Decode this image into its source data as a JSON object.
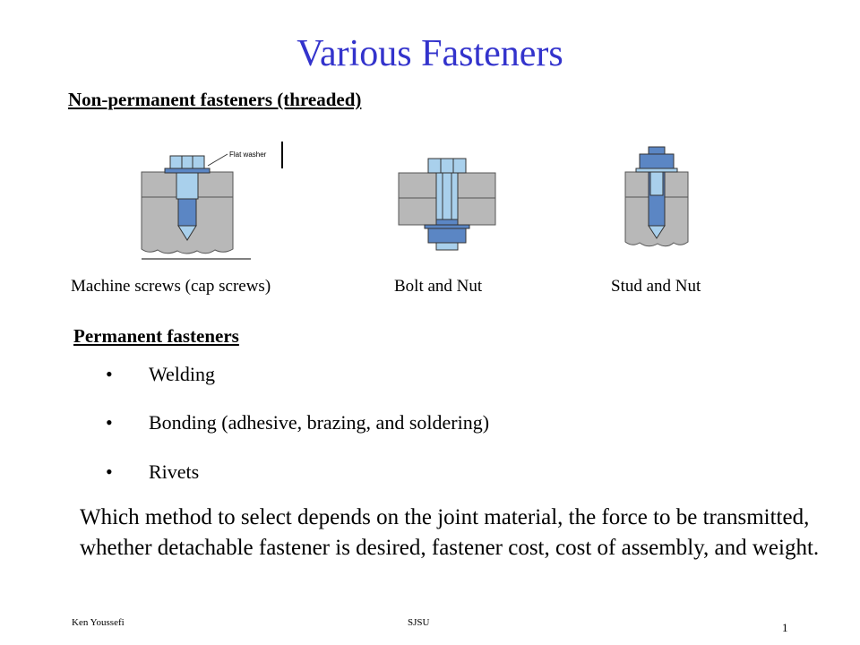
{
  "slide": {
    "title": "Various Fasteners",
    "title_color": "#3333cc"
  },
  "non_permanent": {
    "heading": "Non-permanent fasteners (threaded)",
    "callout_label": "Flat washer",
    "items": [
      {
        "label": "Machine screws (cap screws)",
        "icon": "machine-screw-illustration"
      },
      {
        "label": "Bolt and Nut",
        "icon": "bolt-and-nut-illustration"
      },
      {
        "label": "Stud and Nut",
        "icon": "stud-and-nut-illustration"
      }
    ]
  },
  "permanent": {
    "heading": "Permanent fasteners",
    "bullet_glyph": "•",
    "items": [
      "Welding",
      "Bonding (adhesive, brazing, and soldering)",
      "Rivets"
    ]
  },
  "body_text": "Which method to select depends on the joint material, the force to be transmitted, whether detachable fastener is desired, fastener cost, cost of assembly, and weight.",
  "footer": {
    "author": "Ken Youssefi",
    "org": "SJSU",
    "page_number": "1"
  },
  "colors": {
    "plate_gray": "#b8b8b8",
    "fastener_light_blue": "#a9d0ec",
    "fastener_dark_blue": "#5b86c4"
  }
}
